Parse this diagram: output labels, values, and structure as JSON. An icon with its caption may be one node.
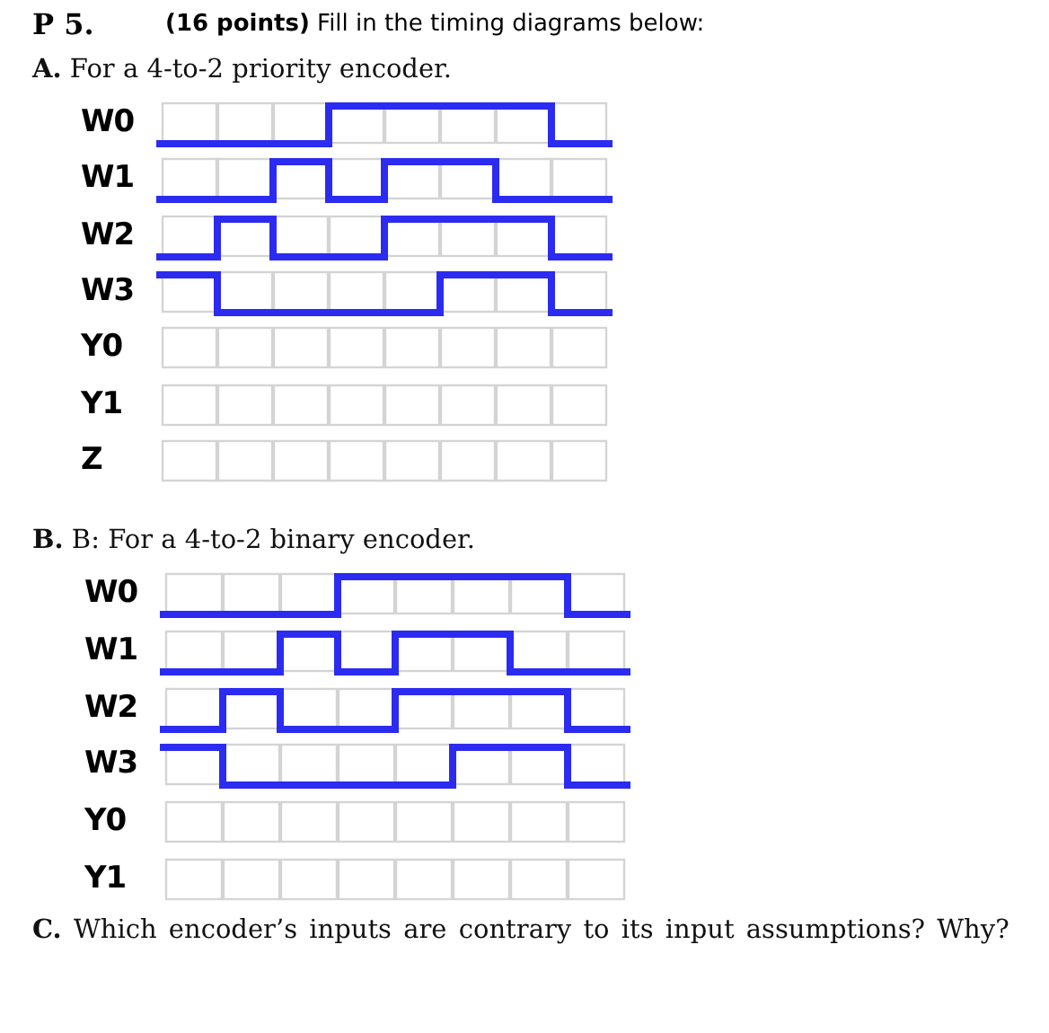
{
  "diagram": {
    "labels": [
      "P 5.",
      "**(16 points)** Fill in the timing diagrams below:",
      "**A.** For a 4-to-2 priority encoder.",
      "W0",
      "W1",
      "W2",
      "W3",
      "Y0",
      "Y1",
      "Z",
      "**B.** B: For a 4-to-2 binary encoder.",
      "W0",
      "W1",
      "W2",
      "W3",
      "Y0",
      "Y1",
      "**C.** Which encoder’s inputs are contrary to its input assumptions? Why?"
    ]
  }
}
